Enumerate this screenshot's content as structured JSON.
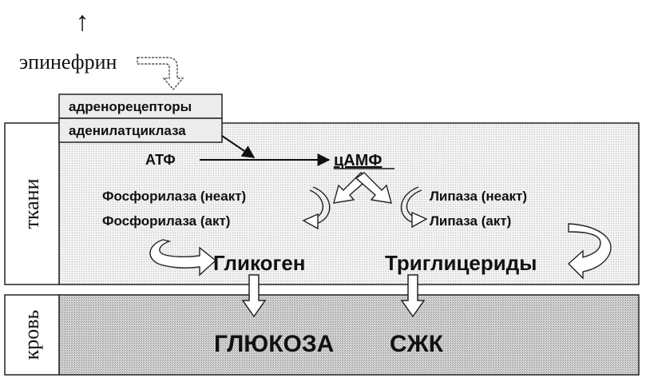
{
  "top_arrow": "↑",
  "hormone": "эпинефрин",
  "receptors_box": "адренорецепторы",
  "enzyme_box": "аденилатциклаза",
  "substrate": "АТФ",
  "second_messenger": "цАМФ",
  "phosphorylase_inactive": "Фосфорилаза (неакт)",
  "phosphorylase_active": "Фосфорилаза (акт)",
  "lipase_inactive": "Липаза (неакт)",
  "lipase_active": "Липаза (акт)",
  "glycogen": "Гликоген",
  "triglycerides": "Триглицериды",
  "glucose": "ГЛЮКОЗА",
  "ffa": "СЖК",
  "tissue_label": "ткани",
  "blood_label": "кровь"
}
